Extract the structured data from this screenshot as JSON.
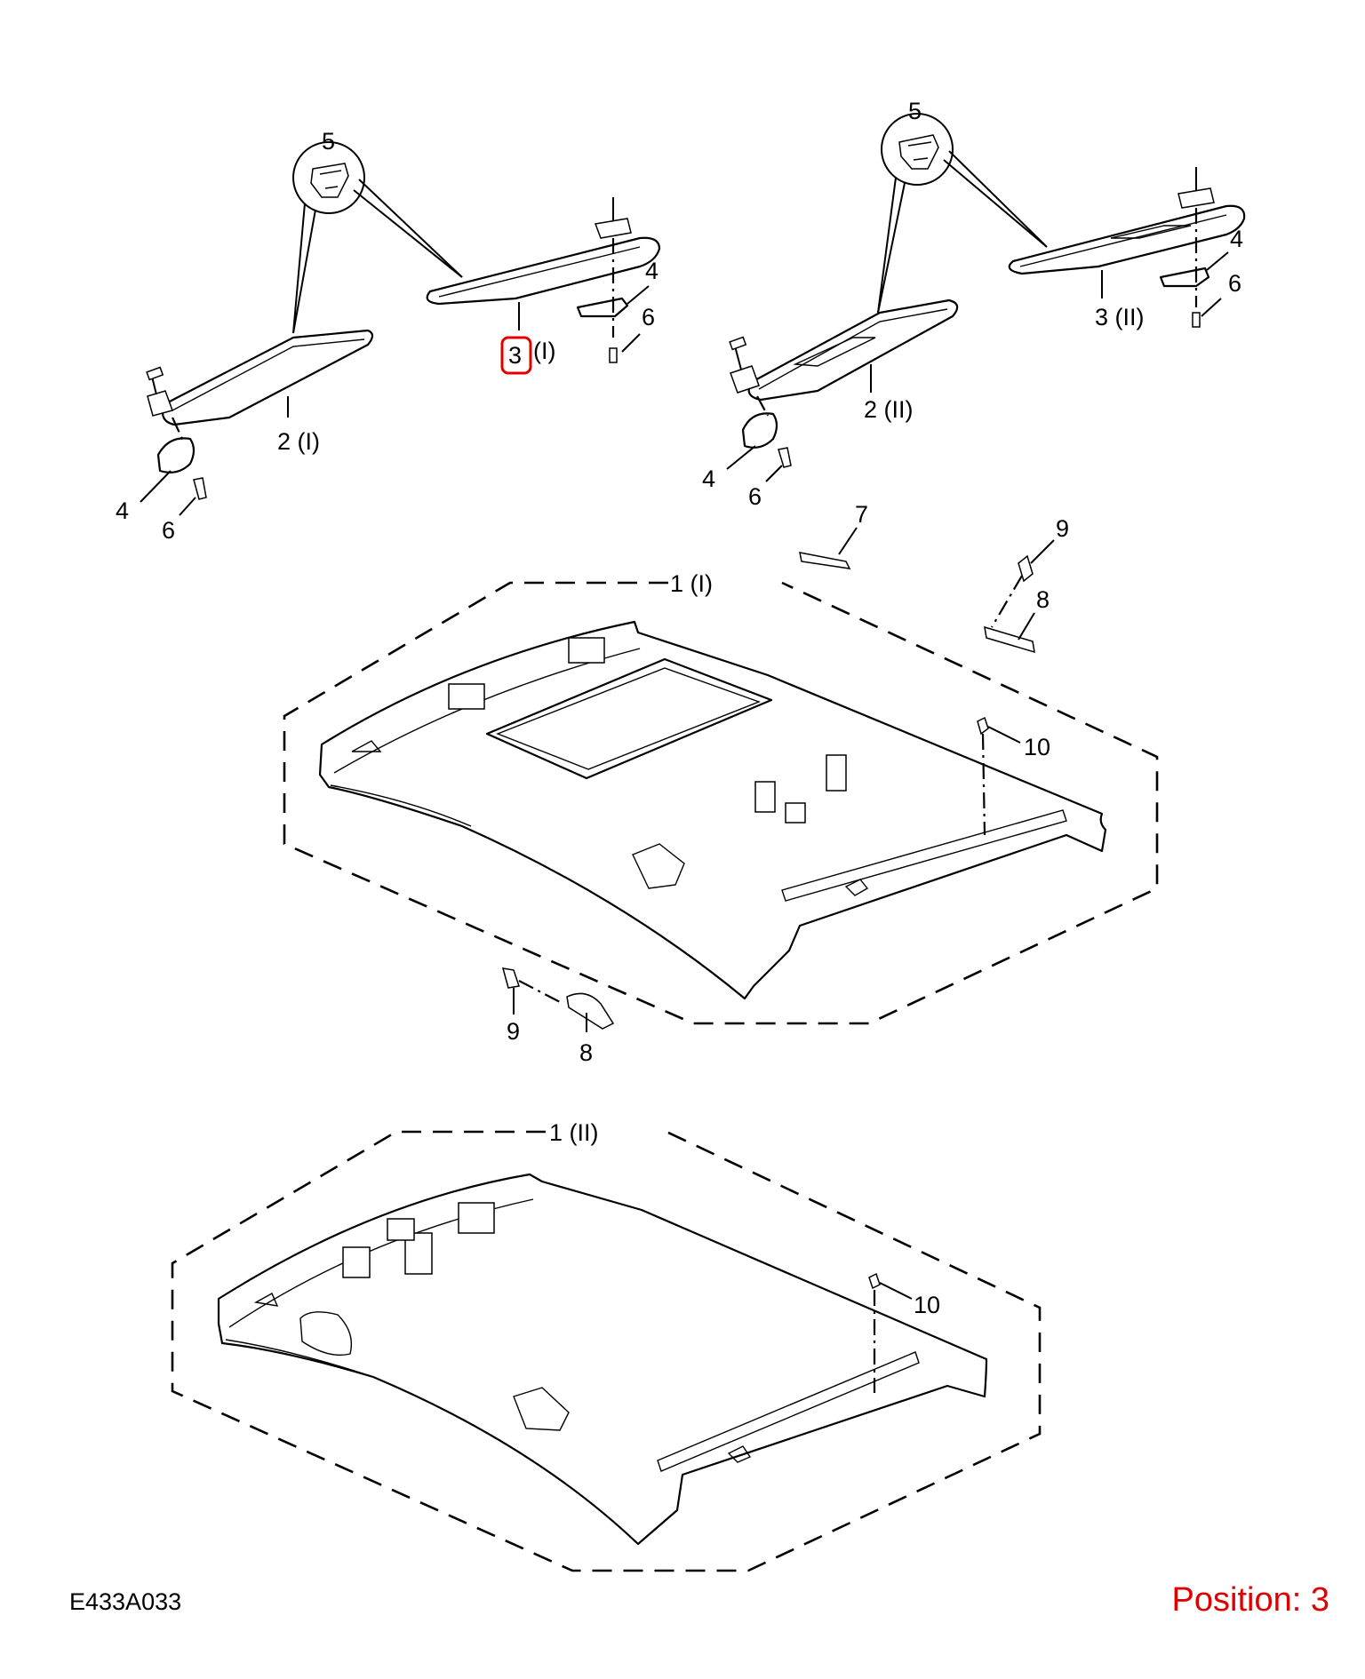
{
  "diagram_code": "E433A033",
  "position_label": "Position: 3",
  "highlight_color": "#e00000",
  "callouts": {
    "sv_left_I": "2 (I)",
    "sv_right_I": "3",
    "sv_right_I_suffix": "(I)",
    "sv_left_II": "2 (II)",
    "sv_right_II": "3 (II)",
    "headliner_I": "1 (I)",
    "headliner_II": "1 (II)",
    "clip_5": "5",
    "bracket_4": "4",
    "screw_6": "6",
    "handle_7": "7",
    "handle_8": "8",
    "plug_9": "9",
    "fastener_10": "10"
  }
}
